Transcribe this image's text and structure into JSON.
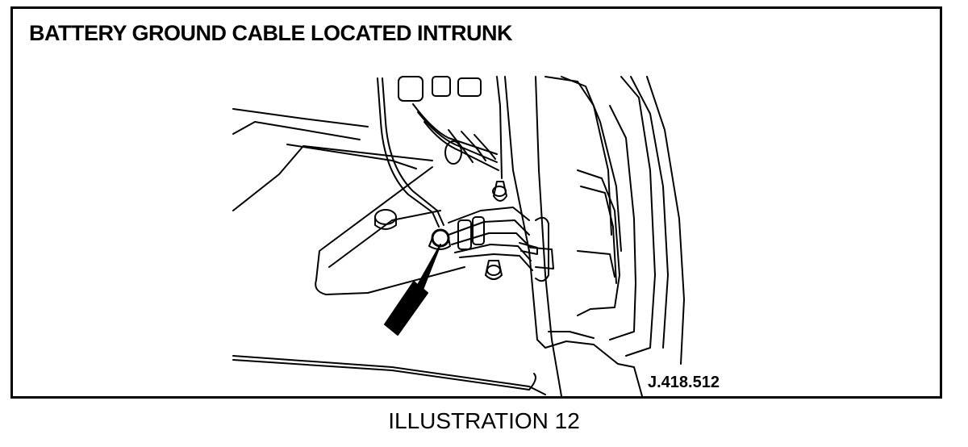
{
  "figure": {
    "title": "BATTERY GROUND CABLE LOCATED INTRUNK",
    "reference_code": "J.418.512",
    "caption": "ILLUSTRATION 12"
  },
  "diagram": {
    "subject": "battery ground cable attachment point in trunk",
    "pointer": "arrow-icon"
  }
}
